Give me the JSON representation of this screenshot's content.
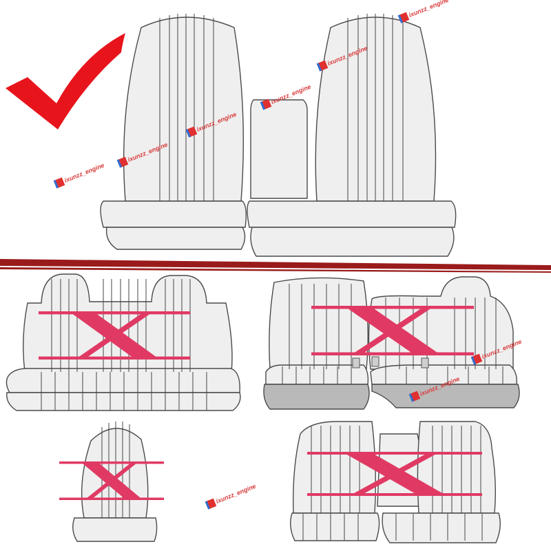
{
  "colors": {
    "check_mark": "#e8141c",
    "x_mark": "#e03a64",
    "divider": "#9a1b1b",
    "seat_fill": "#efefef",
    "seat_stroke": "#4a4a4a",
    "seat_base_dark": "#b9b9b9"
  },
  "panels": {
    "correct": {
      "mark": "check-mark-icon",
      "status": "correct"
    },
    "incorrect": [
      {
        "mark": "x-mark-icon",
        "label": "X"
      },
      {
        "mark": "x-mark-icon",
        "label": "X"
      },
      {
        "mark": "x-mark-icon",
        "label": "X"
      },
      {
        "mark": "x-mark-icon",
        "label": "X"
      }
    ]
  },
  "watermarks": [
    {
      "text": "ixunzz_engine"
    },
    {
      "text": "ixunzz_engine"
    },
    {
      "text": "ixunzz_engine"
    },
    {
      "text": "ixunzz_engine"
    },
    {
      "text": "ixunzz_engine"
    },
    {
      "text": "ixunzz_engine"
    },
    {
      "text": "ixunzz_engine"
    },
    {
      "text": "ixunzz_engine"
    },
    {
      "text": "ixunzz_engine"
    }
  ]
}
